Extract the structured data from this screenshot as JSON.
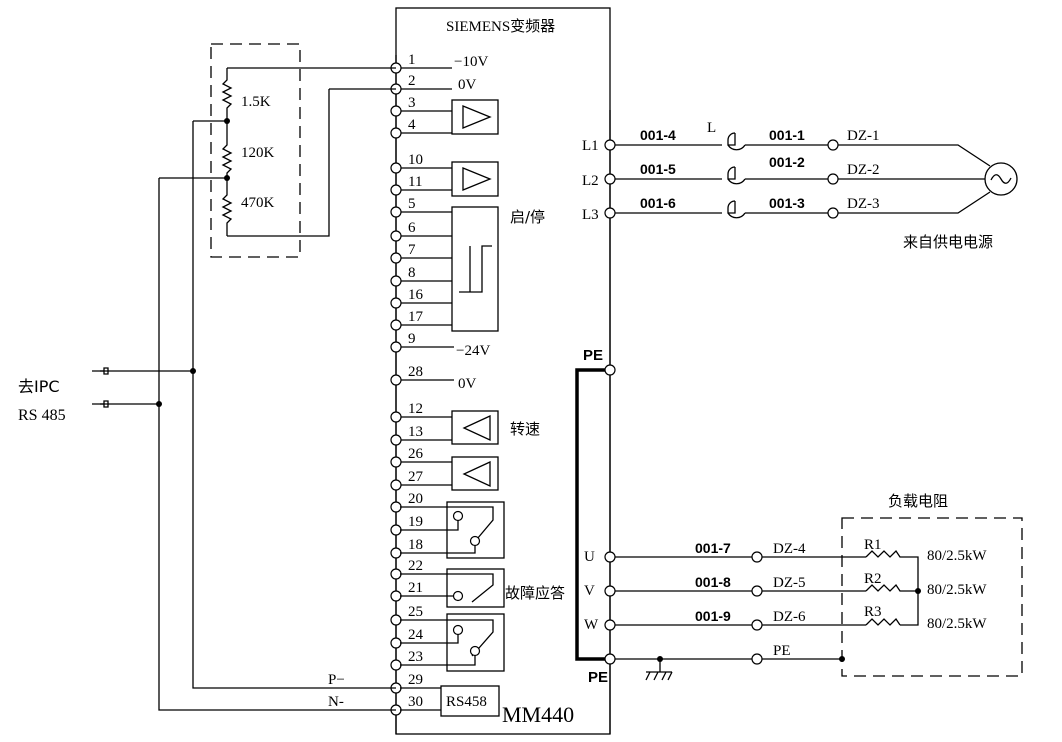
{
  "title": "SIEMENS变频器",
  "model": "MM440",
  "left_terminals": [
    "1",
    "2",
    "3",
    "4",
    "10",
    "11",
    "5",
    "6",
    "7",
    "8",
    "16",
    "17",
    "9",
    "28",
    "12",
    "13",
    "26",
    "27",
    "20",
    "19",
    "18",
    "22",
    "21",
    "25",
    "24",
    "23",
    "29",
    "30"
  ],
  "voltage_labels": {
    "t1": "−10V",
    "t2": "0V",
    "t9": "−24V",
    "t28": "0V"
  },
  "function_labels": {
    "start_stop": "启/停",
    "speed": "转速",
    "fault_ack": "故障应答"
  },
  "potentiometer": {
    "resistors": [
      "1.5K",
      "120K",
      "470K"
    ]
  },
  "rs_block": "RS458",
  "comm": {
    "line1": "去IPC",
    "line2": "RS 485",
    "p_label": "P−",
    "n_label": "N-"
  },
  "supply": {
    "terminals": [
      "L1",
      "L2",
      "L3"
    ],
    "wires_in": [
      "001-4",
      "001-5",
      "001-6"
    ],
    "reactor_label": "L",
    "wires_out": [
      "001-1",
      "001-2",
      "001-3"
    ],
    "dz": [
      "DZ-1",
      "DZ-2",
      "DZ-3"
    ],
    "source_label": "来自供电电源"
  },
  "pe_top": "PE",
  "pe_bottom": "PE",
  "output": {
    "terminals": [
      "U",
      "V",
      "W"
    ],
    "wires": [
      "001-7",
      "001-8",
      "001-9"
    ],
    "dz": [
      "DZ-4",
      "DZ-5",
      "DZ-6"
    ],
    "pe_label": "PE"
  },
  "load": {
    "title": "负载电阻",
    "resistors": [
      "R1",
      "R2",
      "R3"
    ],
    "ratings": [
      "80/2.5kW",
      "80/2.5kW",
      "80/2.5kW"
    ]
  }
}
